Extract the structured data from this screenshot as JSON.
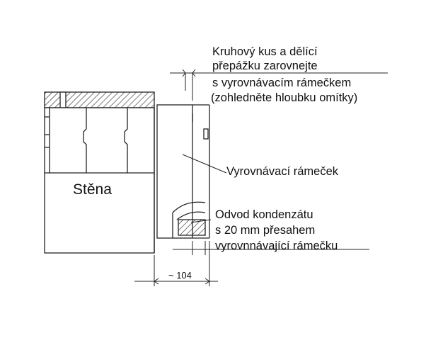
{
  "labels": {
    "wall": "Stěna",
    "frame": "Vyrovnávací rámeček",
    "top_note": [
      "Kruhový kus a dělící",
      "přepážku zarovnejte",
      "s vyrovnávacím rámečkem",
      "(zohledněte hloubku omítky)"
    ],
    "drain_note": [
      "Odvod kondenzátu",
      "s 20 mm přesahem",
      "vyrovnnávající rámečku"
    ],
    "dimension": "~ 104"
  },
  "colors": {
    "line": "#222222",
    "text": "#111111",
    "background": "#ffffff"
  }
}
